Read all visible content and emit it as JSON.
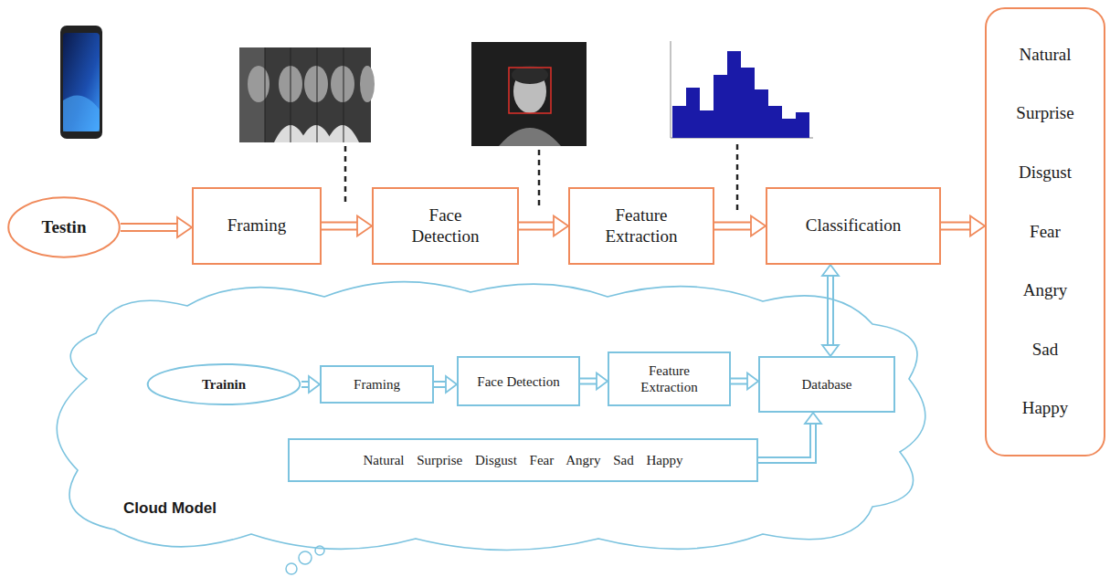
{
  "diagram": {
    "nodes": [
      {
        "text": [
          "Testin"
        ]
      },
      {
        "text": [
          "Framing"
        ]
      },
      {
        "text": [
          "Face Detection"
        ]
      },
      {
        "text": [
          "Feature Extraction"
        ]
      },
      {
        "text": [
          "Classification"
        ]
      },
      {
        "text": [
          "Natural",
          "Surprise",
          "Disgust",
          "Fear",
          "Angry",
          "Sad",
          "Happy"
        ]
      },
      {
        "text": [
          "Cloud Model"
        ]
      },
      {
        "text": [
          "Trainin"
        ],
        "in": 6
      },
      {
        "text": [
          "Framing"
        ],
        "in": 6
      },
      {
        "text": [
          "Face Detection"
        ],
        "in": 6
      },
      {
        "text": [
          "Feature Extraction"
        ],
        "in": 6
      },
      {
        "text": [
          "Database"
        ],
        "in": 6
      },
      {
        "text": [
          "Natural Surprise Disgust Fear Angry Sad Happy"
        ],
        "in": 6
      }
    ],
    "edges": [
      {
        "from": 0,
        "to": 1,
        "arrow": "to"
      },
      {
        "from": 1,
        "to": 2,
        "arrow": "to"
      },
      {
        "from": 2,
        "to": 3,
        "arrow": "to"
      },
      {
        "from": 3,
        "to": 4,
        "arrow": "to"
      },
      {
        "from": 4,
        "to": 5,
        "arrow": "to"
      },
      {
        "from": 4,
        "to": 11,
        "arrow": "both"
      },
      {
        "from": 7,
        "to": 8,
        "arrow": "to"
      },
      {
        "from": 8,
        "to": 9,
        "arrow": "to"
      },
      {
        "from": 9,
        "to": 10,
        "arrow": "to"
      },
      {
        "from": 10,
        "to": 11,
        "arrow": "to"
      },
      {
        "from": 12,
        "to": 11,
        "arrow": "to"
      }
    ]
  }
}
